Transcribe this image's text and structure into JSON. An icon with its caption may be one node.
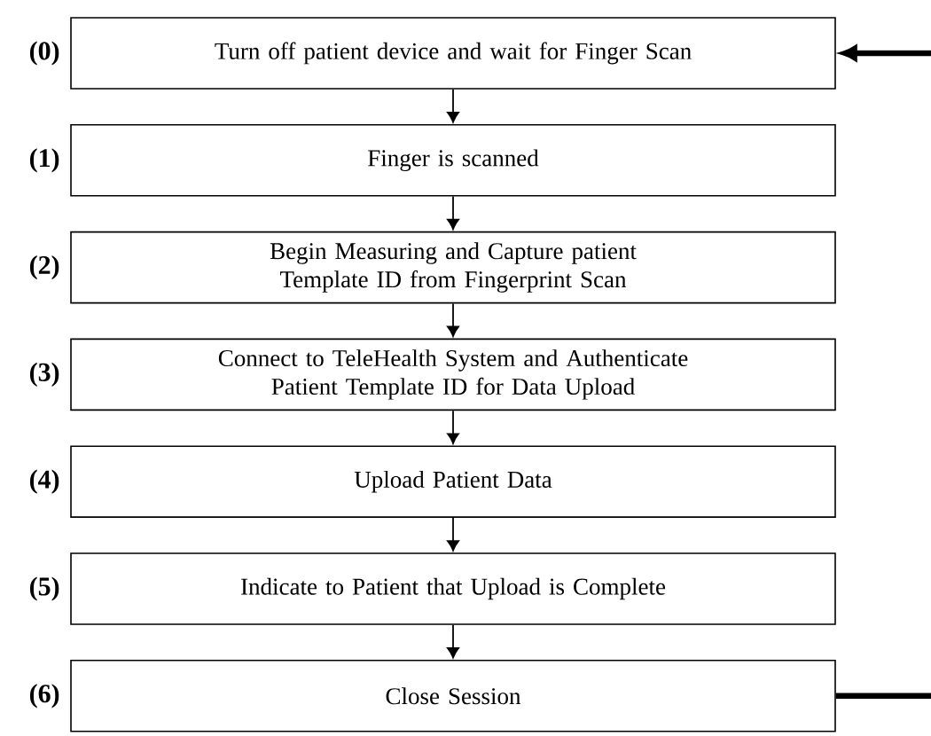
{
  "diagram": {
    "nodes": [
      {
        "text": [
          "Turn off patient device and wait for Finger Scan"
        ],
        "beside": [
          "(0)"
        ]
      },
      {
        "text": [
          "Finger is scanned"
        ],
        "beside": [
          "(1)"
        ]
      },
      {
        "text": [
          "Begin Measuring and Capture patient Template ID from Fingerprint Scan"
        ],
        "beside": [
          "(2)"
        ]
      },
      {
        "text": [
          "Connect to TeleHealth System and Authenticate Patient Template ID for Data Upload"
        ],
        "beside": [
          "(3)"
        ]
      },
      {
        "text": [
          "Upload Patient Data"
        ],
        "beside": [
          "(4)"
        ]
      },
      {
        "text": [
          "Indicate to Patient that Upload is Complete"
        ],
        "beside": [
          "(5)"
        ]
      },
      {
        "text": [
          "Close Session"
        ],
        "beside": [
          "(6)"
        ]
      }
    ],
    "edges": [
      {
        "from": null,
        "to": 0,
        "arrow": "to",
        "style": "thick"
      },
      {
        "from": 0,
        "to": 1,
        "arrow": "to"
      },
      {
        "from": 1,
        "to": 2,
        "arrow": "to"
      },
      {
        "from": 2,
        "to": 3,
        "arrow": "to"
      },
      {
        "from": 3,
        "to": 4,
        "arrow": "to"
      },
      {
        "from": 4,
        "to": 5,
        "arrow": "to"
      },
      {
        "from": 5,
        "to": 6,
        "arrow": "to"
      },
      {
        "from": 6,
        "to": null,
        "arrow": "none",
        "style": "thick"
      }
    ]
  }
}
